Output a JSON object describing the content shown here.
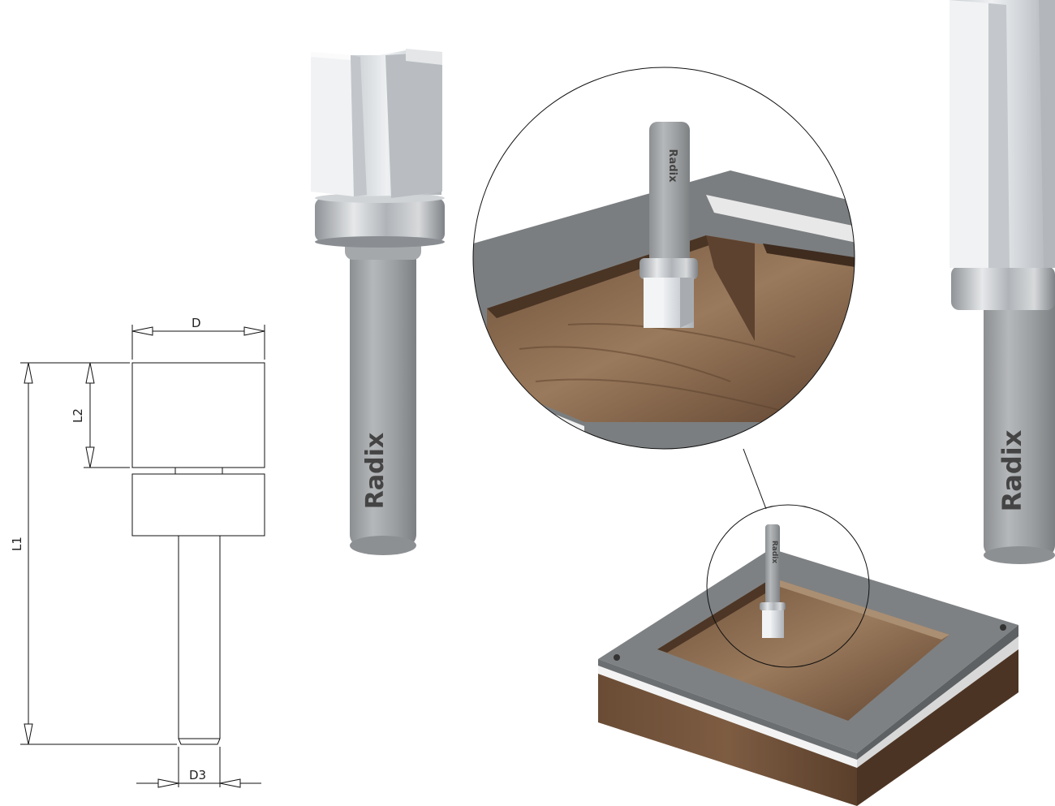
{
  "drawing": {
    "labels": {
      "diameter": "D",
      "cutting_length": "L2",
      "total_length": "L1",
      "shank_diameter": "D3"
    }
  },
  "brand": {
    "name": "Radix"
  },
  "colors": {
    "line": "#111111",
    "steel_light": "#d9dde1",
    "steel_mid": "#a9adb1",
    "bearing": "#b8bcc0",
    "shank": "#9a9d9f",
    "wood_light": "#8a6a4c",
    "wood_dark": "#5a3f28",
    "template_gray": "#7b7e80",
    "white_layer": "#f1f1f1"
  }
}
